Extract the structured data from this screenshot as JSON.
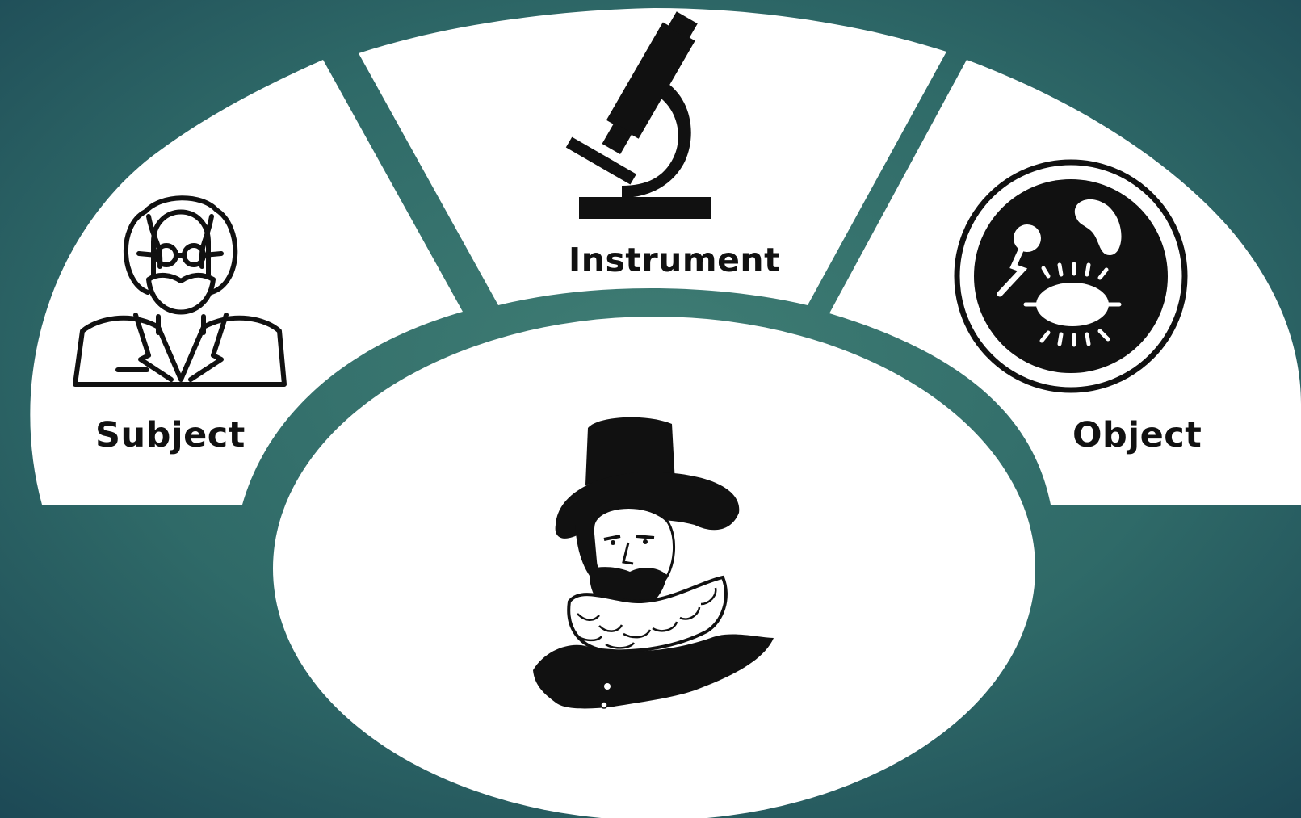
{
  "colors": {
    "background_start": "#1d4f57",
    "background_mid": "#3a7670",
    "background_end": "#1f4c57",
    "panel": "#ffffff",
    "icon": "#111111"
  },
  "segments": [
    {
      "id": "subject",
      "label": "Subject",
      "icon": "scientist-icon"
    },
    {
      "id": "instrument",
      "label": "Instrument",
      "icon": "microscope-icon"
    },
    {
      "id": "object",
      "label": "Object",
      "icon": "petri-dish-microbes-icon"
    }
  ],
  "center": {
    "icon": "francis-bacon-portrait-icon"
  }
}
